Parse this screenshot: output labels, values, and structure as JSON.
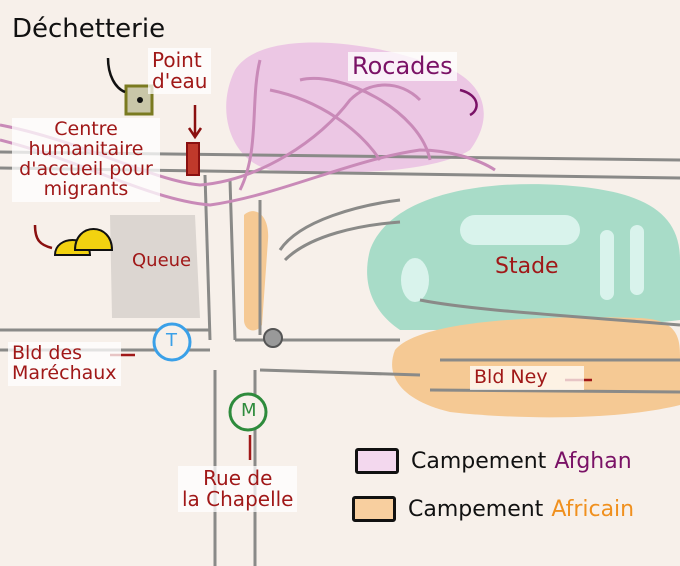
{
  "labels": {
    "dechetterie": "Déchetterie",
    "point_eau_1": "Point",
    "point_eau_2": "d'eau",
    "centre_1": "Centre",
    "centre_2": "humanitaire",
    "centre_3": "d'accueil pour",
    "centre_4": "migrants",
    "queue": "Queue",
    "rocades": "Rocades",
    "stade": "Stade",
    "bld_marechaux_1": "Bld des",
    "bld_marechaux_2": "Maréchaux",
    "bld_ney": "Bld Ney",
    "rue_1": "Rue de",
    "rue_2": "la Chapelle",
    "tram": "T",
    "metro": "M"
  },
  "legend": [
    {
      "prefix": "Campement",
      "name": "Afghan",
      "color": "#f3d8ee",
      "text_color": "#7a1266"
    },
    {
      "prefix": "Campement",
      "name": "Africain",
      "color": "#f8cf9f",
      "text_color": "#f0901e"
    }
  ],
  "colors": {
    "background": "#f7f0ea",
    "road": "#8a8a88",
    "afghan_zone": "#ecc7e4",
    "african_zone": "#f5c994",
    "stadium": "#a8dcc8",
    "label_red": "#a01818"
  }
}
